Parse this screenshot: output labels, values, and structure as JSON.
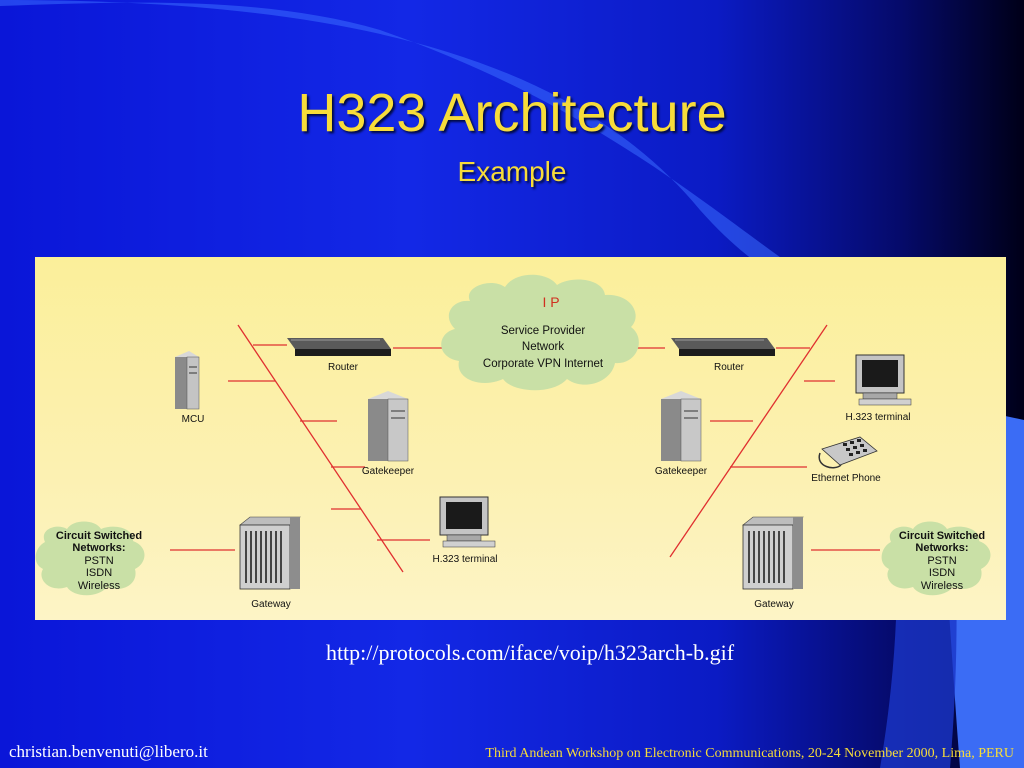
{
  "slide": {
    "title": "H323 Architecture",
    "subtitle": "Example",
    "source_url": "http://protocols.com/iface/voip/h323arch-b.gif",
    "footer_left": "christian.benvenuti@libero.it",
    "footer_right": "Third Andean Workshop on Electronic Communications, 20-24 November 2000, Lima, PERU"
  },
  "diagram": {
    "cloud": {
      "title": "I P",
      "line1": "Service Provider",
      "line2": "Network",
      "line3": "Corporate VPN Internet"
    },
    "left": {
      "router": "Router",
      "mcu": "MCU",
      "gatekeeper": "Gatekeeper",
      "gateway": "Gateway",
      "terminal": "H.323 terminal",
      "csn_title1": "Circuit Switched",
      "csn_title2": "Networks:",
      "csn_1": "PSTN",
      "csn_2": "ISDN",
      "csn_3": "Wireless"
    },
    "right": {
      "router": "Router",
      "gatekeeper": "Gatekeeper",
      "gateway": "Gateway",
      "terminal": "H.323 terminal",
      "phone": "Ethernet Phone",
      "csn_title1": "Circuit Switched",
      "csn_title2": "Networks:",
      "csn_1": "PSTN",
      "csn_2": "ISDN",
      "csn_3": "Wireless"
    }
  },
  "colors": {
    "title": "#f7dc3a",
    "line": "#e03030",
    "cloud": "#c9e0a6"
  }
}
